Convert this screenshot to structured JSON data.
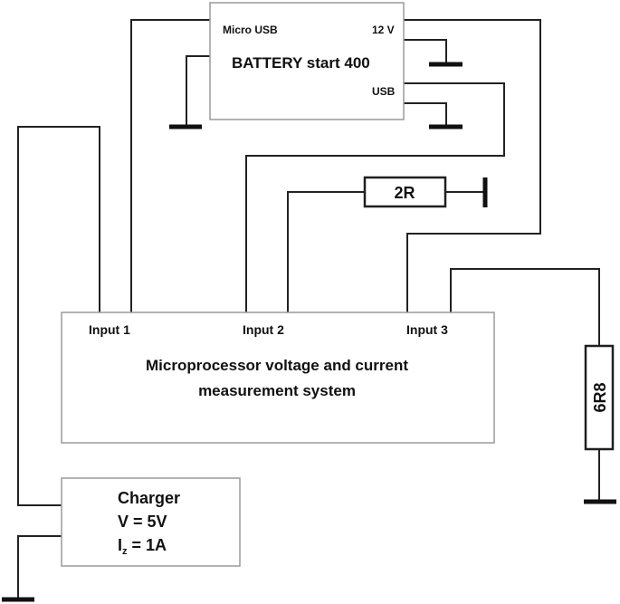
{
  "battery": {
    "title": "BATTERY start 400",
    "micro_usb": "Micro USB",
    "v12": "12 V",
    "usb": "USB"
  },
  "microprocessor": {
    "line1": "Microprocessor voltage and current",
    "line2": "measurement system",
    "input1": "Input 1",
    "input2": "Input 2",
    "input3": "Input 3"
  },
  "resistors": {
    "r1": "2R",
    "r2": "6R8"
  },
  "charger": {
    "title": "Charger",
    "voltage": "V = 5V",
    "current_prefix": "I",
    "current_sub": "z",
    "current_value": " = 1A"
  }
}
